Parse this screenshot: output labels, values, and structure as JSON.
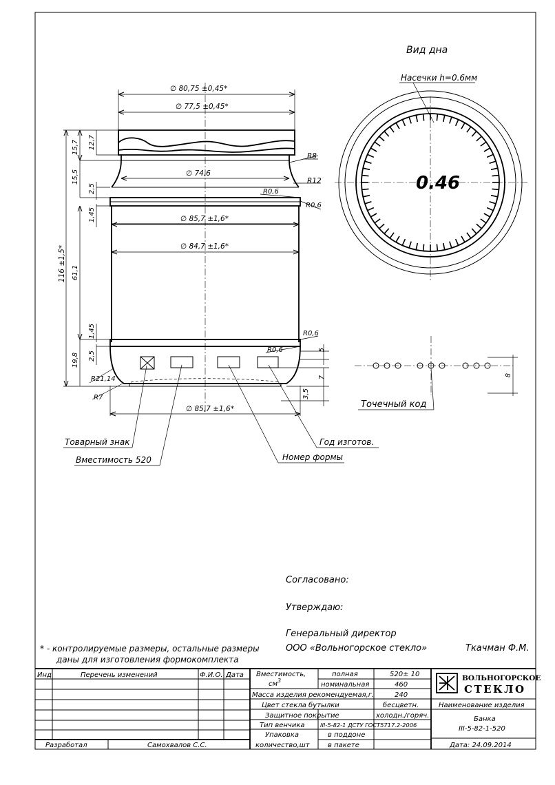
{
  "bottom_view": {
    "title": "Вид дна",
    "notch_label": "Насечки h=0.6мм",
    "thickness_value": "0.46"
  },
  "dimensions": {
    "d_outer_top": "∅ 80,75 ±0,45*",
    "d_thread": "∅ 77,5 ±0,45*",
    "d_neck": "∅ 74,6",
    "d_shoulder": "∅ 85,7 ±1,6*",
    "d_body": "∅ 84,7 ±1,6*",
    "d_base": "∅ 85,7 ±1,6*",
    "r8": "R8",
    "r12": "R12",
    "r06_a": "R0,6",
    "r06_b": "R0,6",
    "r06_c": "R0,6",
    "r06_d": "R0,6",
    "r21": "R21,14",
    "r7": "R7",
    "h_total": "116 ±1,5*",
    "h_15_7": "15,7",
    "h_12_7": "12,7",
    "h_15_5": "15,5",
    "h_2_5a": "2,5",
    "h_1_45a": "1,45",
    "h_61_1": "61,1",
    "h_1_45b": "1,45",
    "h_19_8": "19,8",
    "h_2_5b": "2,5",
    "h_5": "5",
    "h_7": "7",
    "h_3_5": "3,5",
    "h_8": "8"
  },
  "callouts": {
    "trademark": "Товарный знак",
    "capacity": "Вместимость 520",
    "mold_number": "Номер формы",
    "year": "Год изготов.",
    "dot_code": "Точечный код"
  },
  "approval": {
    "agreed": "Согласовано:",
    "approve": "Утверждаю:",
    "position": "Генеральный директор",
    "company": "ООО «Вольногорское стекло»",
    "signatory": "Ткачман Ф.М."
  },
  "footnote": {
    "line1": "* - контролируемые размеры, остальные размеры",
    "line2": "даны для изготовления формокомплекта"
  },
  "title_block": {
    "changes_header": [
      "Инд",
      "Перечень изменений",
      "Ф.И.О.",
      "Дата"
    ],
    "capacity_label": "Вместимость,",
    "capacity_unit": "см",
    "unit_sup": "3",
    "full_label": "полная",
    "full_value": "520± 10",
    "nominal_label": "номинальная",
    "nominal_value": "460",
    "mass_label": "Масса изделия рекомендуемая,г.",
    "mass_value": "240",
    "color_label": "Цвет стекла бутылки",
    "color_value": "бесцветн.",
    "coating_label": "Защитное покрытие",
    "coating_value": "холодн./горяч.",
    "finish_label": "Тип венчика",
    "finish_value": "III-5-82-1 ДСТУ ГОСТ5717.2-2006",
    "pack_label1": "Упаковка",
    "pack_label2": "количество,шт",
    "pack_pallet": "в поддоне",
    "pack_box": "в пакете",
    "logo_line1": "ВОЛЬНОГОРСКОЕ",
    "logo_line2": "СТЕКЛО",
    "name_header": "Наименование изделия",
    "product_line1": "Банка",
    "product_line2": "III-5-82-1-520",
    "developed_label": "Разработал",
    "developer": "Самохвалов С.С.",
    "date": "Дата: 24.09.2014"
  }
}
